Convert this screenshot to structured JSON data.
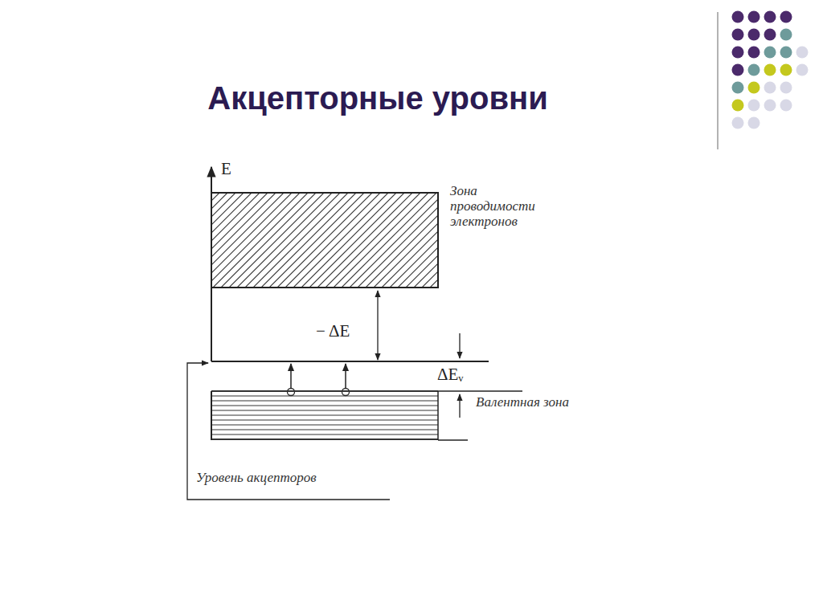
{
  "diagram": {
    "title": "Акцепторные уровни",
    "nodes": [
      {
        "text": [
          "Зона проводимости электронов"
        ]
      },
      {
        "text": [
          "Валентная зона"
        ]
      }
    ],
    "edges": [],
    "labels": [
      "E",
      "− ΔE",
      "ΔEᵥ",
      "Уровень акцепторов"
    ]
  }
}
